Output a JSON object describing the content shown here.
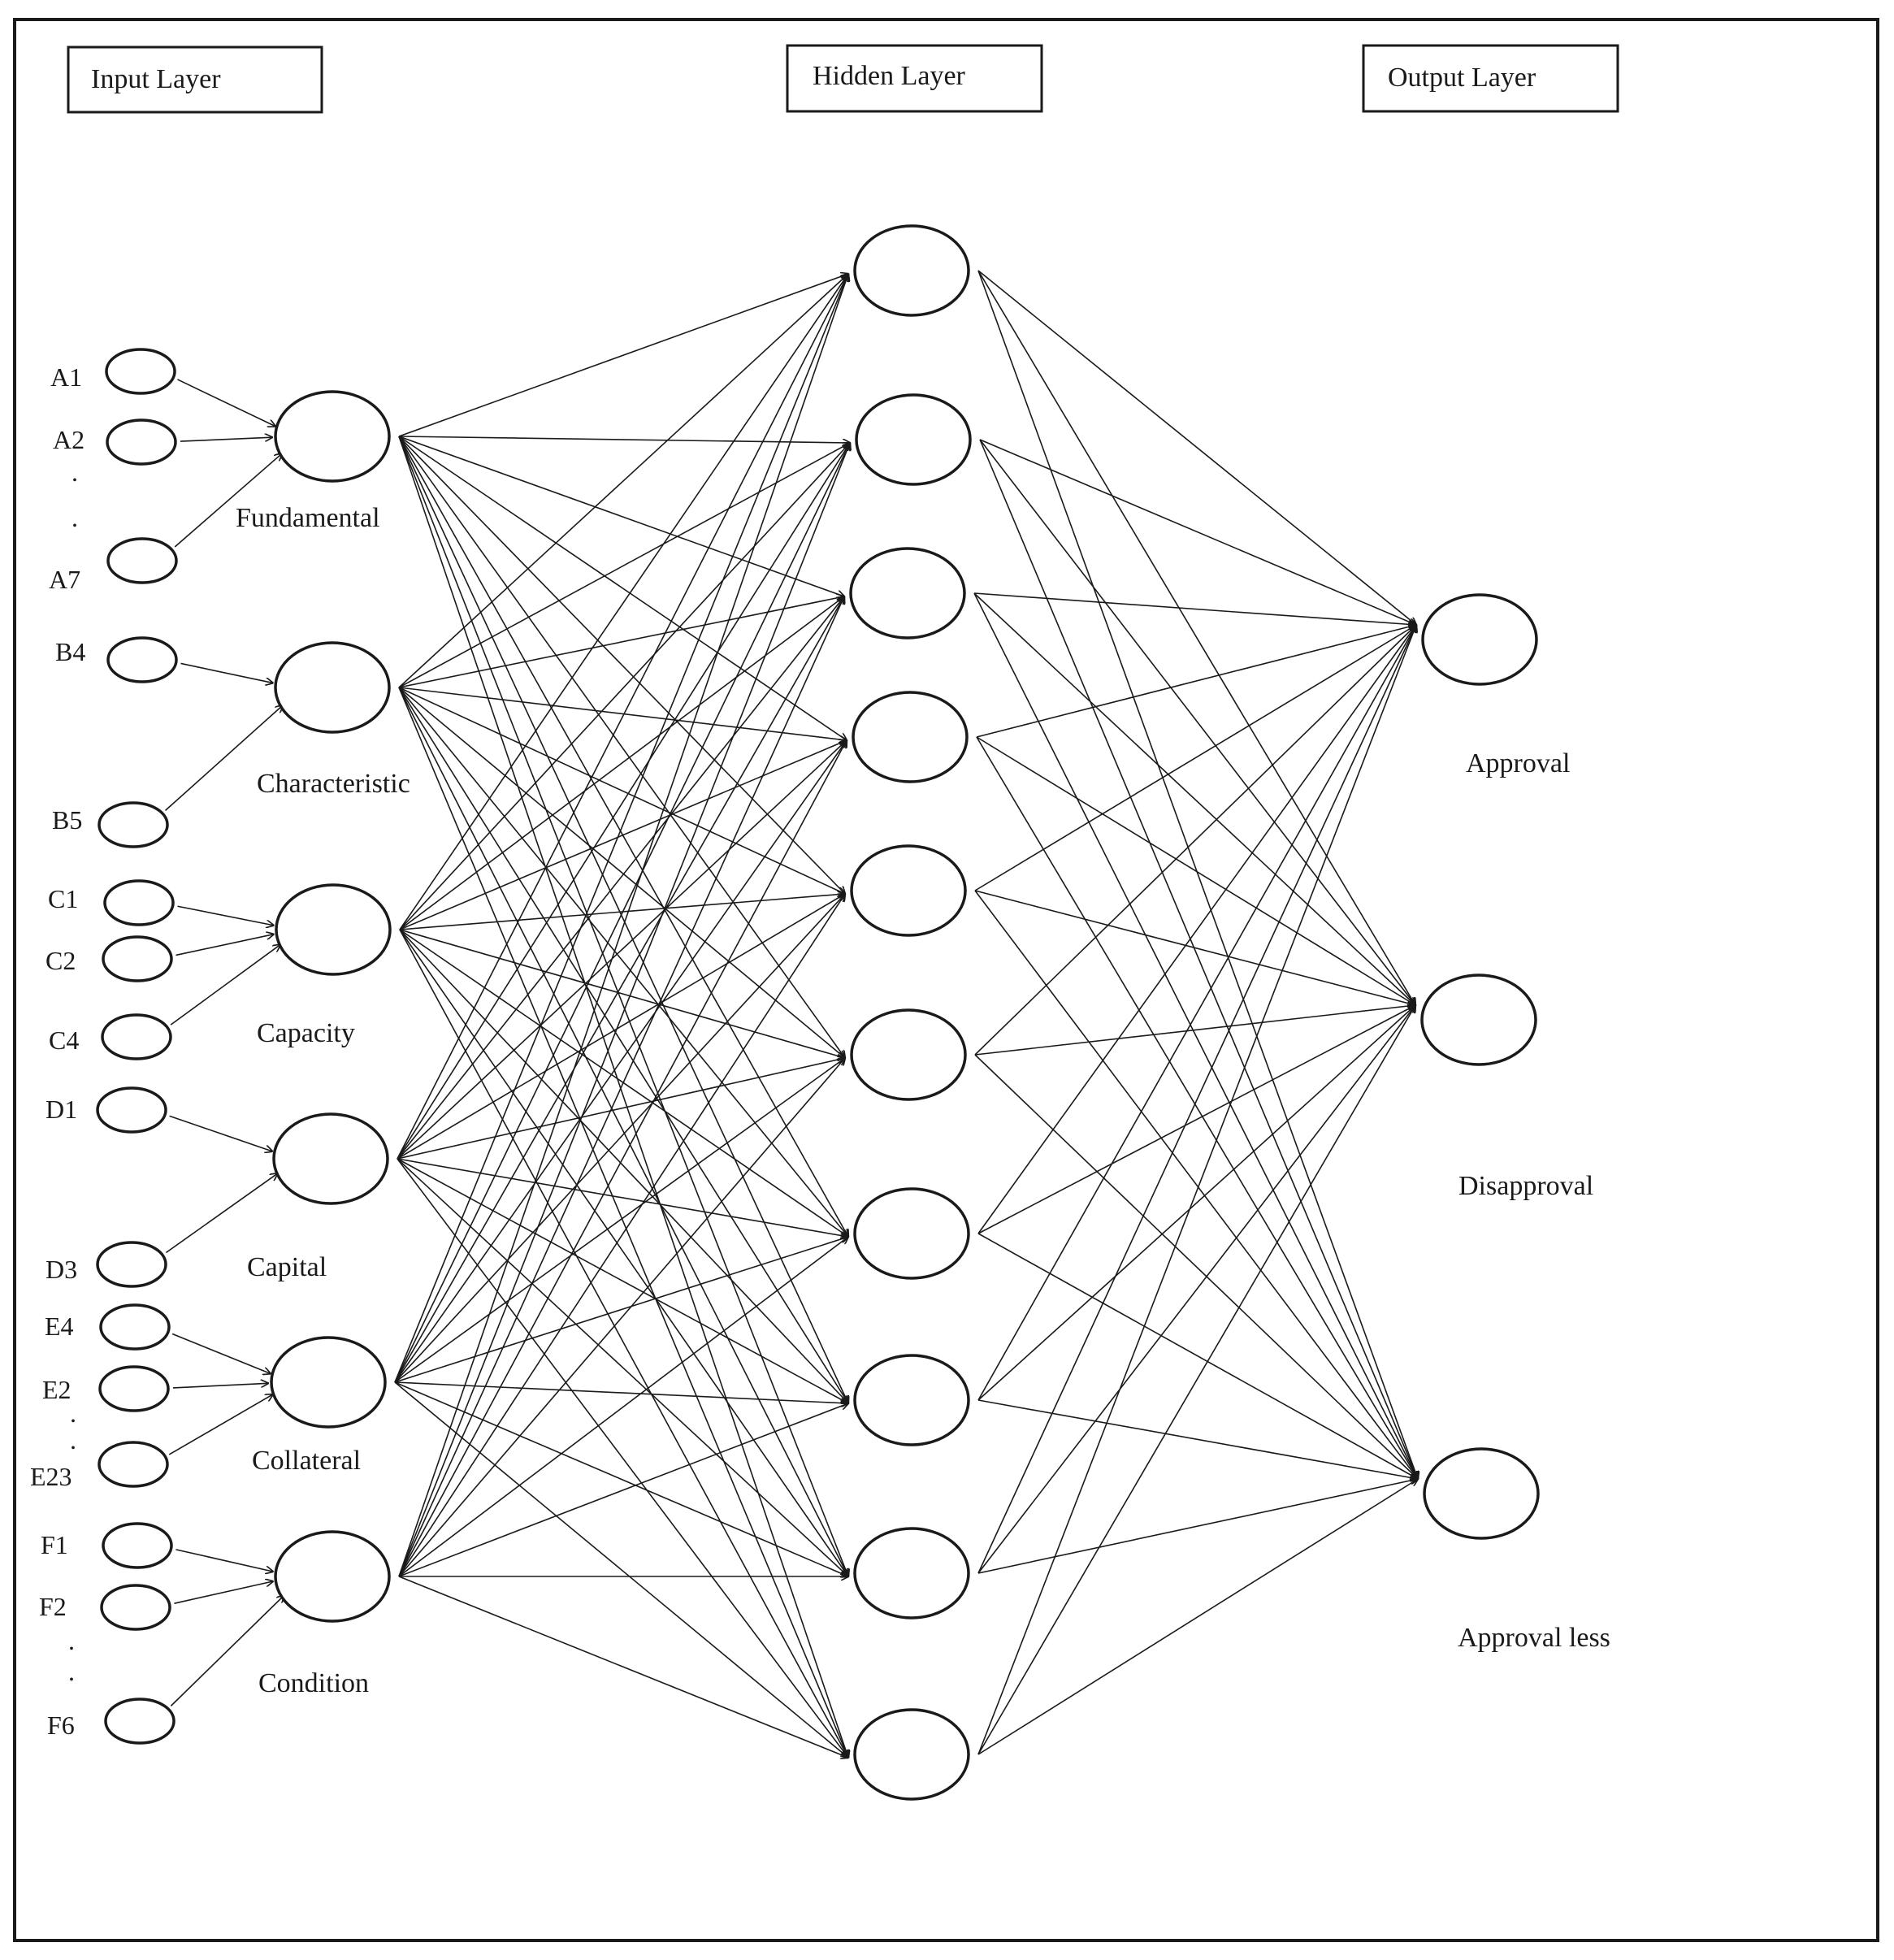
{
  "layers": {
    "input": "Input Layer",
    "hidden": "Hidden Layer",
    "output": "Output Layer"
  },
  "inputs": [
    {
      "label": "A1"
    },
    {
      "label": "A2"
    },
    {
      "label": "A7"
    },
    {
      "label": "B4"
    },
    {
      "label": "B5"
    },
    {
      "label": "C1"
    },
    {
      "label": "C2"
    },
    {
      "label": "C4"
    },
    {
      "label": "D1"
    },
    {
      "label": "D3"
    },
    {
      "label": "E4"
    },
    {
      "label": "E2"
    },
    {
      "label": "E23"
    },
    {
      "label": "F1"
    },
    {
      "label": "F2"
    },
    {
      "label": "F6"
    }
  ],
  "factors": [
    {
      "label": "Fundamental",
      "inputs": [
        0,
        1,
        2
      ]
    },
    {
      "label": "Characteristic",
      "inputs": [
        3,
        4
      ]
    },
    {
      "label": "Capacity",
      "inputs": [
        5,
        6,
        7
      ]
    },
    {
      "label": "Capital",
      "inputs": [
        8,
        9
      ]
    },
    {
      "label": "Collateral",
      "inputs": [
        10,
        11,
        12
      ]
    },
    {
      "label": "Condition",
      "inputs": [
        13,
        14,
        15
      ]
    }
  ],
  "hidden_count": 10,
  "outputs": [
    {
      "label": "Approval"
    },
    {
      "label": "Disapproval"
    },
    {
      "label": "Approval less"
    }
  ],
  "ellipsis_dots": ".",
  "style": {
    "line_color": "#1a1a1a",
    "node_fill": "#ffffff",
    "background": "#ffffff"
  }
}
